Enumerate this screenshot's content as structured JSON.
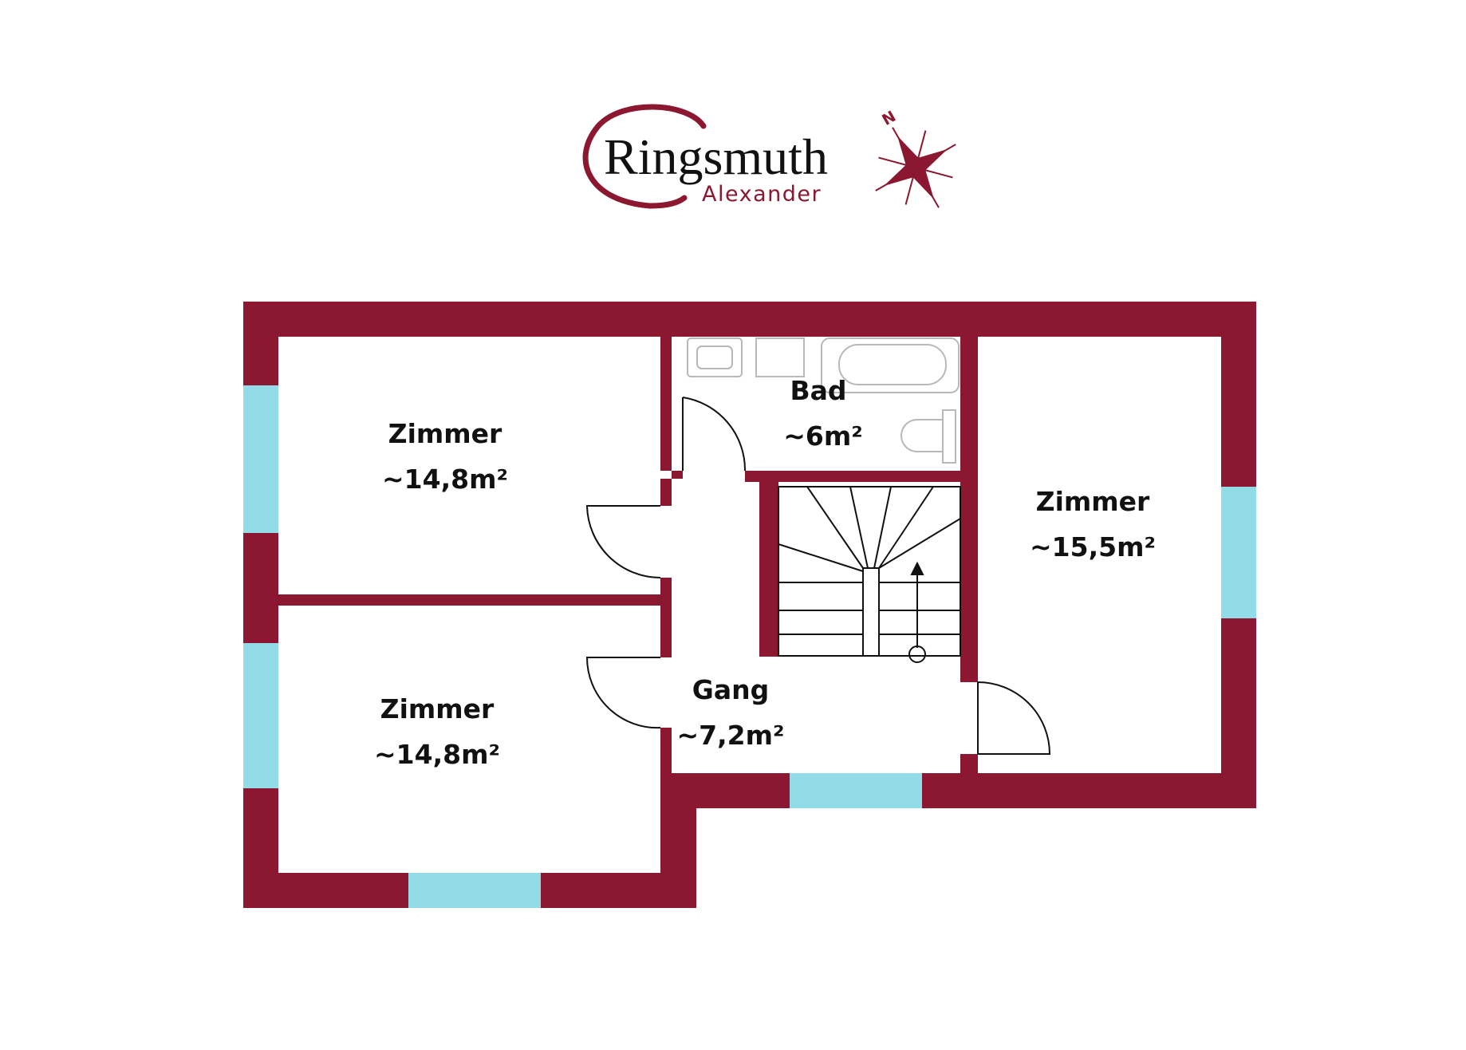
{
  "logo": {
    "name": "Ringsmuth",
    "subname": "Alexander"
  },
  "compass": {
    "north_label": "N"
  },
  "colors": {
    "wall": "#8b1730",
    "window": "#92dce8",
    "line": "#111111",
    "fixture": "#b8b8b8",
    "text": "#111111"
  },
  "rooms": {
    "room_top_left": {
      "name": "Zimmer",
      "area": "~14,8m²"
    },
    "room_bottom_left": {
      "name": "Zimmer",
      "area": "~14,8m²"
    },
    "bathroom": {
      "name": "Bad",
      "area": "~6m²"
    },
    "hallway": {
      "name": "Gang",
      "area": "~7,2m²"
    },
    "room_right": {
      "name": "Zimmer",
      "area": "~15,5m²"
    }
  }
}
